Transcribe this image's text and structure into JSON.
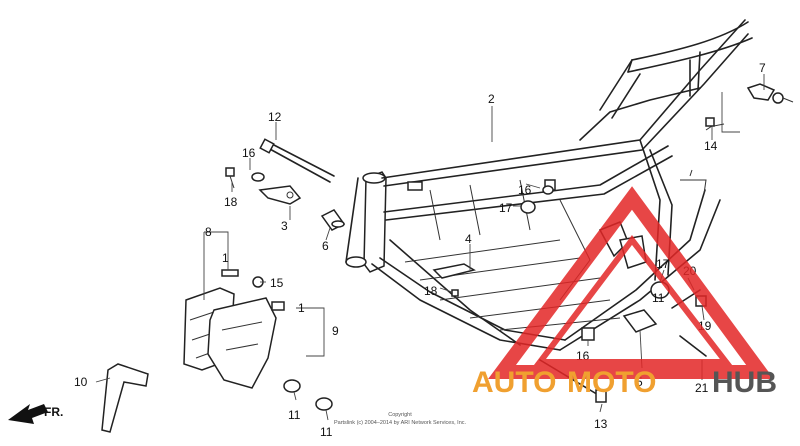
{
  "callouts": [
    {
      "id": "c1",
      "label": "1"
    },
    {
      "id": "c1b",
      "label": "1"
    },
    {
      "id": "c2",
      "label": "2"
    },
    {
      "id": "c3",
      "label": "3"
    },
    {
      "id": "c4",
      "label": "4"
    },
    {
      "id": "c5",
      "label": "5"
    },
    {
      "id": "c6",
      "label": "6"
    },
    {
      "id": "c7",
      "label": "7"
    },
    {
      "id": "c8",
      "label": "8"
    },
    {
      "id": "c9",
      "label": "9"
    },
    {
      "id": "c10",
      "label": "10"
    },
    {
      "id": "c11",
      "label": "11"
    },
    {
      "id": "c11b",
      "label": "11"
    },
    {
      "id": "c11c",
      "label": "11"
    },
    {
      "id": "c12",
      "label": "12"
    },
    {
      "id": "c13",
      "label": "13"
    },
    {
      "id": "c14",
      "label": "14"
    },
    {
      "id": "c15",
      "label": "15"
    },
    {
      "id": "c16",
      "label": "16"
    },
    {
      "id": "c16b",
      "label": "16"
    },
    {
      "id": "c16c",
      "label": "16"
    },
    {
      "id": "c17",
      "label": "17"
    },
    {
      "id": "c17b",
      "label": "17"
    },
    {
      "id": "c18",
      "label": "18"
    },
    {
      "id": "c18b",
      "label": "18"
    },
    {
      "id": "c19",
      "label": "19"
    },
    {
      "id": "c20",
      "label": "20"
    },
    {
      "id": "c21",
      "label": "21"
    }
  ],
  "front_marker": "FR.",
  "copyright": [
    "Copyright",
    "Partslink (c) 2004–2014 by ARI Network Services, Inc."
  ],
  "watermark": {
    "text_a": "AUTO",
    "text_b": "MOTO",
    "text_c": "HUB",
    "color_red": "#e32626",
    "color_orange": "#f0a030",
    "color_gray": "#555555"
  }
}
